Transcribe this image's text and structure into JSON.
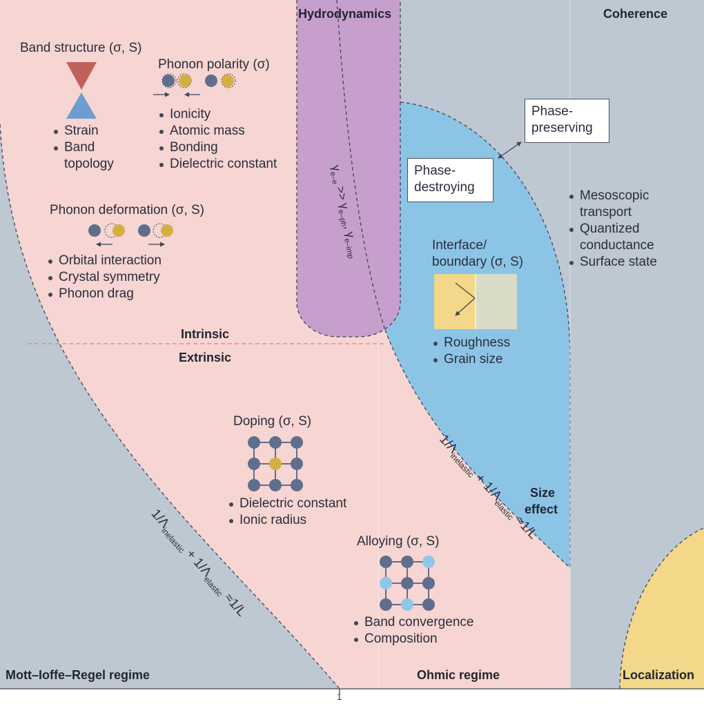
{
  "regions": {
    "hydrodynamics": "Hydrodynamics",
    "coherence": "Coherence",
    "intrinsic": "Intrinsic",
    "extrinsic": "Extrinsic",
    "size_effect": [
      "Size",
      "effect"
    ],
    "mott": "Mott–Ioffe–Regel regime",
    "ohmic": "Ohmic regime",
    "localization": "Localization"
  },
  "band_structure": {
    "title": "Band structure (σ, S)",
    "bullets": [
      "Strain",
      "Band",
      "topology"
    ]
  },
  "phonon_polarity": {
    "title": "Phonon polarity (σ)",
    "bullets": [
      "Ionicity",
      "Atomic mass",
      "Bonding",
      "Dielectric constant"
    ]
  },
  "phonon_deformation": {
    "title": "Phonon deformation (σ, S)",
    "bullets": [
      "Orbital interaction",
      "Crystal symmetry",
      "Phonon drag"
    ]
  },
  "interface": {
    "title": [
      "Interface/",
      "boundary (σ, S)"
    ],
    "bullets": [
      "Roughness",
      "Grain size"
    ]
  },
  "coherence_list": {
    "bullets": [
      "Mesoscopic",
      "transport",
      "Quantized",
      "conductance",
      "Surface state"
    ]
  },
  "phase_boxes": {
    "preserving": [
      "Phase-",
      "preserving"
    ],
    "destroying": [
      "Phase-",
      "destroying"
    ]
  },
  "doping": {
    "title": "Doping (σ, S)",
    "bullets": [
      "Dielectric constant",
      "Ionic radius"
    ]
  },
  "alloying": {
    "title": "Alloying (σ, S)",
    "bullets": [
      "Band convergence",
      "Composition"
    ]
  },
  "equations": {
    "hydro": {
      "a": "γ",
      "a_sub": "e–e",
      "op": " >> ",
      "b": "γ",
      "b_sub": "e–ph",
      "c": ", γ",
      "c_sub": "e–imp"
    },
    "left": {
      "p1": "1/Λ",
      "s1": "inelastic",
      "p2": " + 1/Λ",
      "s2": "elastic",
      "p3": " ≈1/L"
    },
    "right": {
      "p1": "1/Λ",
      "s1": "inelastic",
      "p2": " + 1/Λ",
      "s2": "elastic",
      "p3": " ≈1/L"
    }
  },
  "axis": {
    "tick_label": "1"
  },
  "colors": {
    "pink": "#f6d5d2",
    "gray": "#bec8d3",
    "purple": "#c79fcc",
    "blue": "#8cc4e6",
    "yellow": "#f2d888",
    "dark_atom": "#5f6e8c",
    "gold_atom": "#d4b042",
    "light_atom": "#8ec8e8",
    "cone_red": "#c0625b",
    "cone_blue": "#6d9ed1"
  }
}
